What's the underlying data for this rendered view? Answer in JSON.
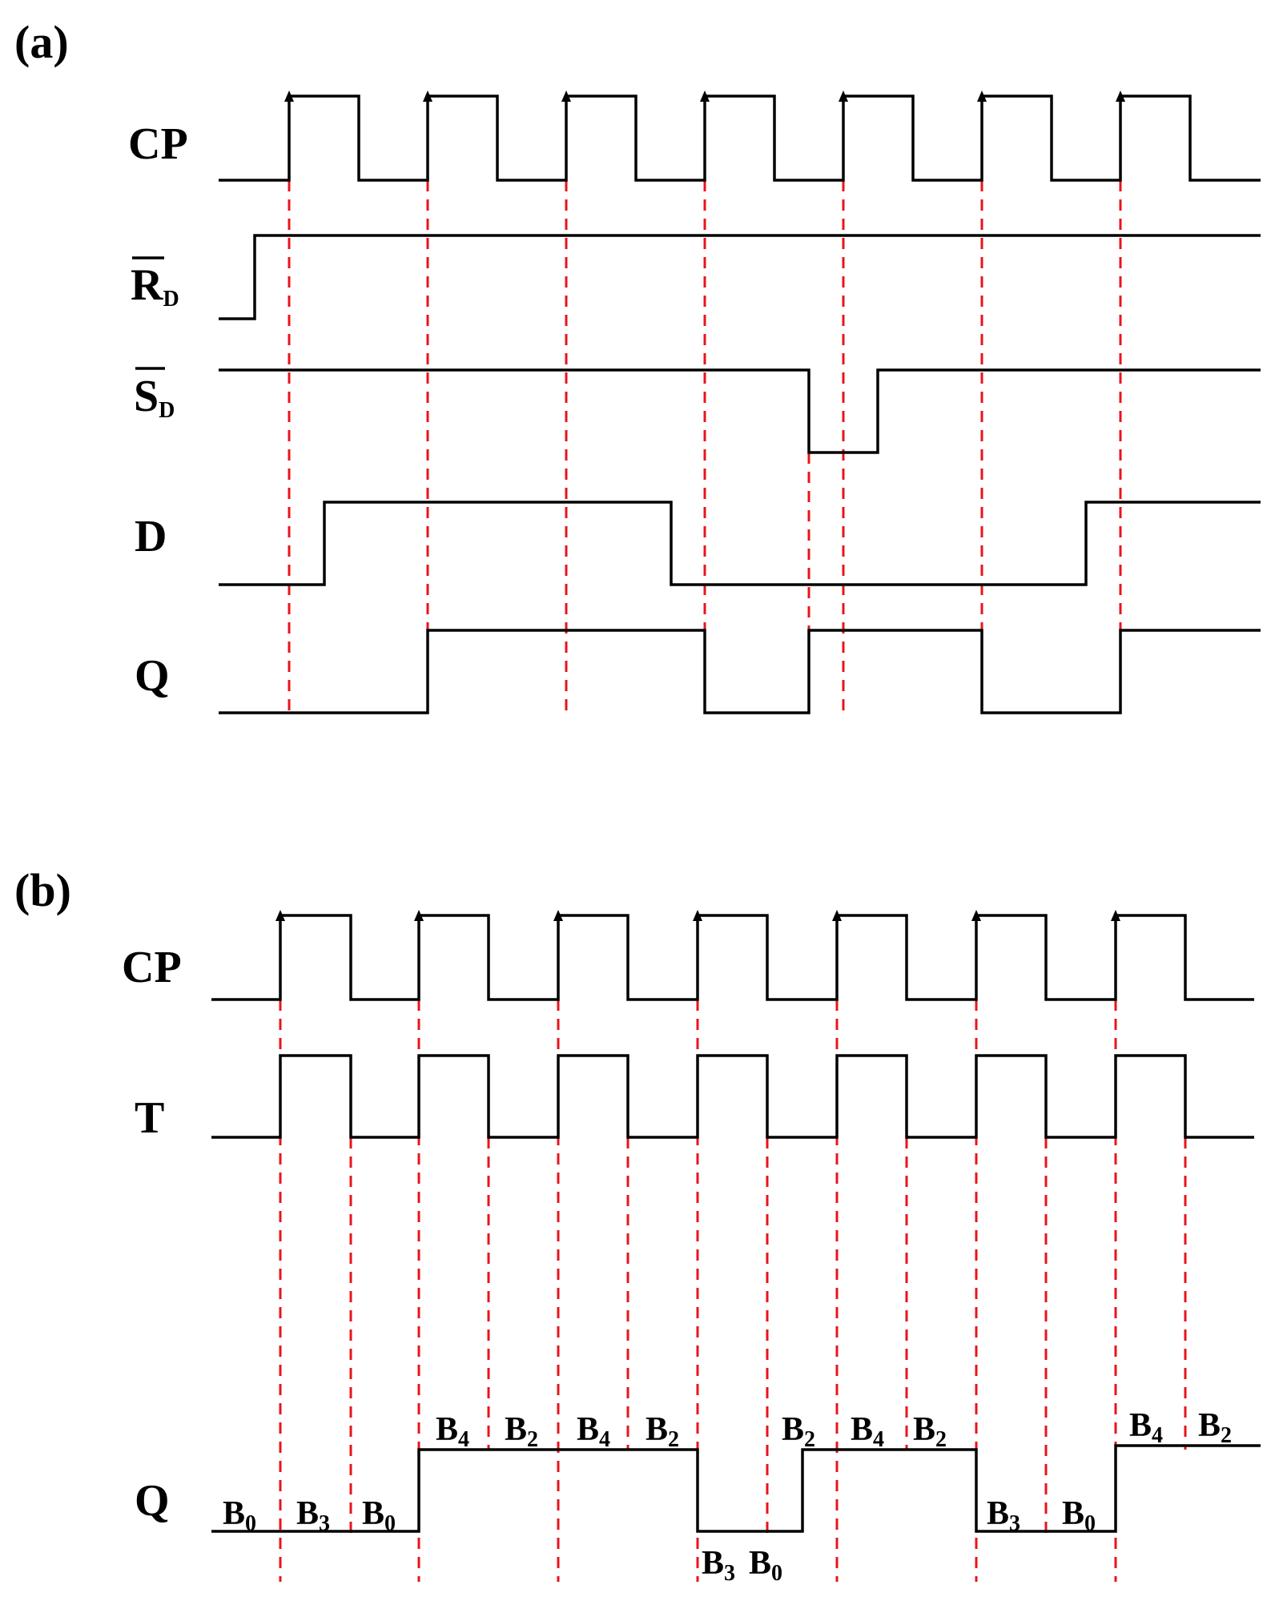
{
  "panel_a": {
    "label": "(a)",
    "signals": {
      "cp": "CP",
      "rd": "R",
      "rd_sub": "D",
      "sd": "S",
      "sd_sub": "D",
      "d": "D",
      "q": "Q"
    }
  },
  "panel_b": {
    "label": "(b)",
    "signals": {
      "cp": "CP",
      "t": "T",
      "q": "Q"
    },
    "state_labels": [
      {
        "base": "B",
        "sub": "0"
      },
      {
        "base": "B",
        "sub": "3"
      },
      {
        "base": "B",
        "sub": "0"
      },
      {
        "base": "B",
        "sub": "4"
      },
      {
        "base": "B",
        "sub": "2"
      },
      {
        "base": "B",
        "sub": "4"
      },
      {
        "base": "B",
        "sub": "2"
      },
      {
        "base": "B",
        "sub": "3"
      },
      {
        "base": "B",
        "sub": "0"
      },
      {
        "base": "B",
        "sub": "2"
      },
      {
        "base": "B",
        "sub": "4"
      },
      {
        "base": "B",
        "sub": "2"
      },
      {
        "base": "B",
        "sub": "3"
      },
      {
        "base": "B",
        "sub": "0"
      },
      {
        "base": "B",
        "sub": "4"
      },
      {
        "base": "B",
        "sub": "2"
      }
    ]
  },
  "colors": {
    "waveform": "#000000",
    "guide_lines": "#e8141b",
    "background": "#ffffff"
  }
}
